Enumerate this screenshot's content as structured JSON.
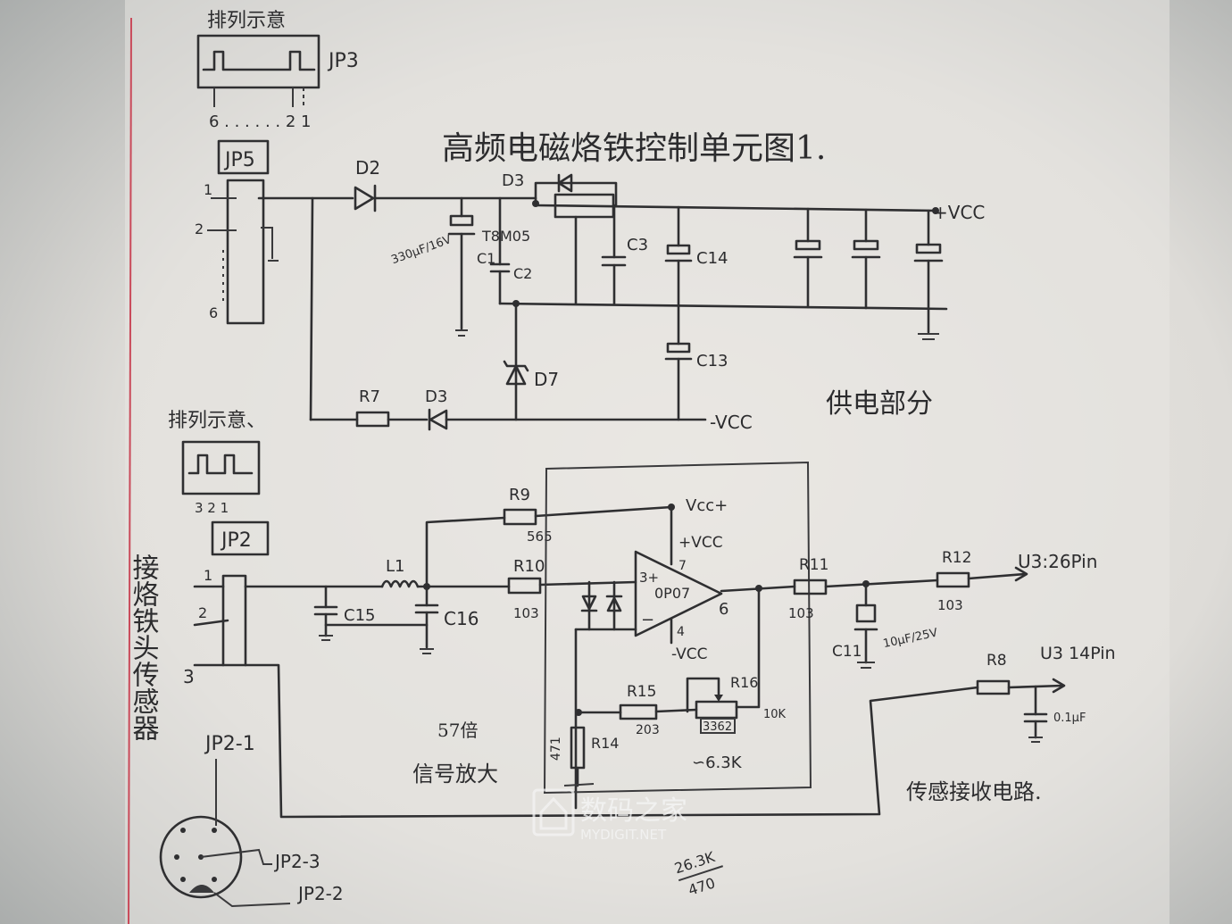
{
  "title": "高频电磁烙铁控制单元图1.",
  "power": {
    "section_label": "供电部分",
    "jp3": {
      "caption": "排列示意",
      "name": "JP3",
      "pins": "6 . . . . . . 2 1"
    },
    "jp5": {
      "name": "JP5",
      "pin1": "1",
      "pin2": "2",
      "pin6": "6"
    },
    "d2": "D2",
    "d3_top": "D3",
    "regulator": "T8M05",
    "c1": "C1",
    "c1_value": "330µF/16V",
    "c2": "C2",
    "c3": "C3",
    "c14": "C14",
    "c13": "C13",
    "d7": "D7",
    "r7": "R7",
    "d3_bottom": "D3",
    "vcc_pos": "+VCC",
    "vcc_neg": "-VCC"
  },
  "sensor": {
    "section_label": "传感接收电路.",
    "jp2_caption": "排列示意、",
    "jp2_pins": "3 2 1",
    "jp2_name": "JP2",
    "vertical_label": "接烙铁头传感器",
    "pin1": "1",
    "pin2": "2",
    "pin3": "3",
    "l1": "L1",
    "c15": "C15",
    "c16": "C16",
    "r9": "R9",
    "r9_value": "565",
    "r10": "R10",
    "r10_value": "103",
    "vcc_plus": "Vcc+",
    "op_vcc_pos": "+VCC",
    "op_vcc_neg": "-VCC",
    "opamp": "0P07",
    "pin3_label": "3+",
    "pin7": "7",
    "pin6": "6",
    "pin4": "4",
    "r11": "R11",
    "r11_value": "103",
    "r12": "R12",
    "r12_value": "103",
    "c11": "C11",
    "c11_value": "10µF/25V",
    "u3_26": "U3:26Pin",
    "u3_14": "U3 14Pin",
    "r8": "R8",
    "c_small_value": "0.1µF",
    "r15": "R15",
    "r15_value": "203",
    "r16": "R16",
    "r16_value": "3362",
    "r16_range": "10K",
    "r14": "R14",
    "r14_value": "471",
    "approx": "∽6.3K",
    "gain": "57倍",
    "gain_label": "信号放大",
    "jp2_1": "JP2-1",
    "jp2_3": "JP2-3",
    "jp2_2": "JP2-2",
    "calc_num": "26.3K",
    "calc_den": "470"
  },
  "watermark": {
    "cn": "数码之家",
    "en": "MYDIGIT.NET"
  }
}
